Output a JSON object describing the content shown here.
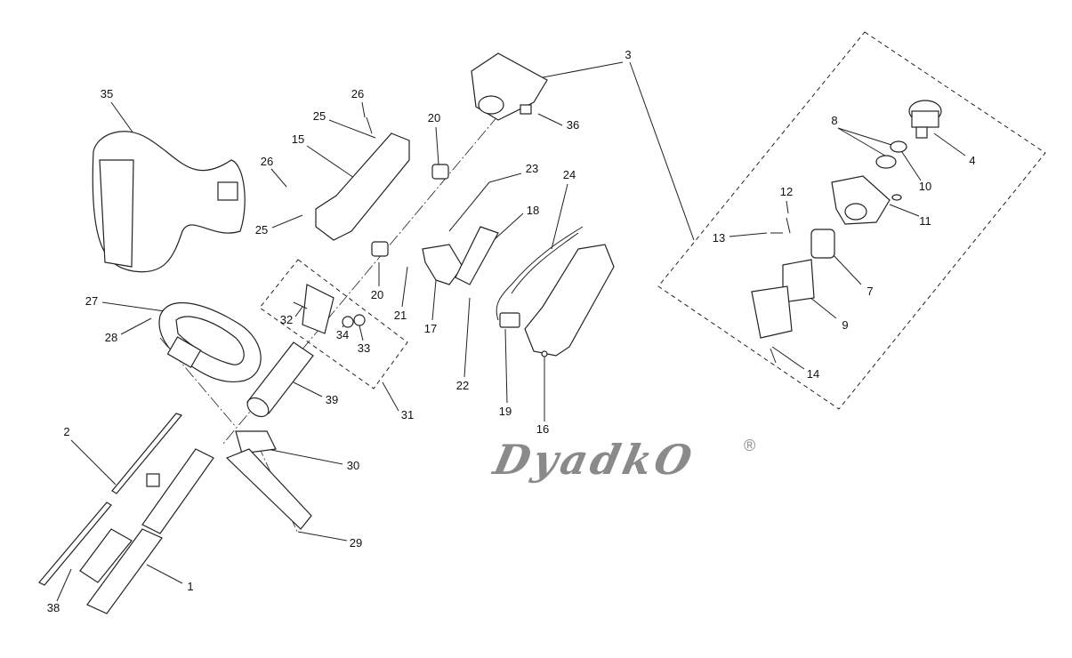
{
  "callouts": [
    "3",
    "4",
    "8",
    "10",
    "11",
    "12",
    "13",
    "7",
    "9",
    "14",
    "36",
    "20",
    "23",
    "24",
    "18",
    "26",
    "25",
    "15",
    "26",
    "25",
    "35",
    "20",
    "21",
    "17",
    "22",
    "19",
    "16",
    "27",
    "28",
    "32",
    "34",
    "33",
    "31",
    "39",
    "30",
    "2",
    "29",
    "1",
    "38"
  ],
  "logo": {
    "text": "DyadkO",
    "registered": "®",
    "color": "#8a8a8a"
  }
}
